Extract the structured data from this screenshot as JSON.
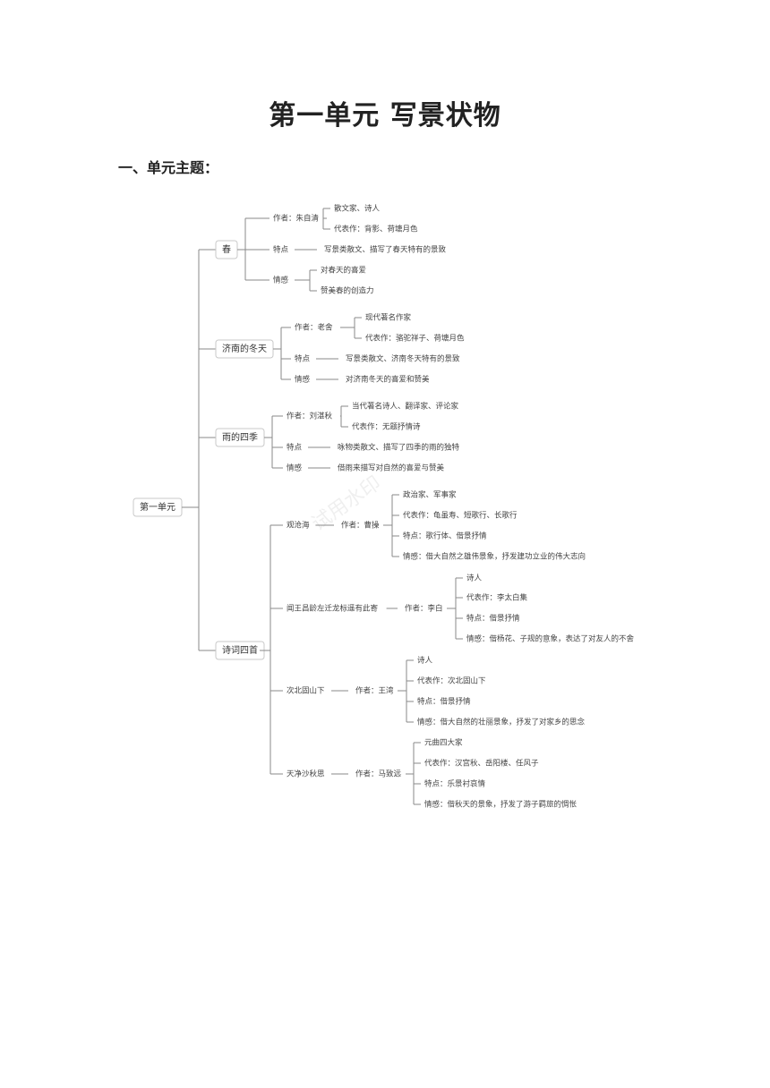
{
  "title": "第一单元  写景状物",
  "section_heading": "一、单元主题：",
  "watermark": "试用水印",
  "root": "第一单元",
  "branches": [
    {
      "label": "春",
      "children": [
        {
          "label": "作者：朱自清",
          "leaves": [
            "散文家、诗人",
            "代表作：背影、荷塘月色"
          ]
        },
        {
          "label": "特点",
          "leaves": [
            "写景类散文、描写了春天特有的景致"
          ]
        },
        {
          "label": "情感",
          "leaves": [
            "对春天的喜爱",
            "赞美春的创造力"
          ]
        }
      ]
    },
    {
      "label": "济南的冬天",
      "children": [
        {
          "label": "作者：老舍",
          "leaves": [
            "现代著名作家",
            "代表作：骆驼祥子、荷塘月色"
          ]
        },
        {
          "label": "特点",
          "leaves": [
            "写景类散文、济南冬天特有的景致"
          ]
        },
        {
          "label": "情感",
          "leaves": [
            "对济南冬天的喜爱和赞美"
          ]
        }
      ]
    },
    {
      "label": "雨的四季",
      "children": [
        {
          "label": "作者：刘湛秋",
          "leaves": [
            "当代著名诗人、翻译家、评论家",
            "代表作：无题抒情诗"
          ]
        },
        {
          "label": "特点",
          "leaves": [
            "咏物类散文、描写了四季的雨的独特"
          ]
        },
        {
          "label": "情感",
          "leaves": [
            "借雨来描写对自然的喜爱与赞美"
          ]
        }
      ]
    },
    {
      "label": "诗词四首",
      "children": [
        {
          "label": "观沧海",
          "author": "作者：曹操",
          "leaves": [
            "政治家、军事家",
            "代表作：龟虽寿、短歌行、长歌行",
            "特点：歌行体、借景抒情",
            "情感：借大自然之雄伟景象，抒发建功立业的伟大志向"
          ]
        },
        {
          "label": "闻王昌龄左迁龙标遥有此寄",
          "author": "作者：李白",
          "leaves": [
            "诗人",
            "代表作：李太白集",
            "特点：借景抒情",
            "情感：借杨花、子规的意象，表达了对友人的不舍"
          ]
        },
        {
          "label": "次北固山下",
          "author": "作者：王湾",
          "leaves": [
            "诗人",
            "代表作：次北固山下",
            "特点：借景抒情",
            "情感：借大自然的壮丽景象，抒发了对家乡的思念"
          ]
        },
        {
          "label": "天净沙秋思",
          "author": "作者：马致远",
          "leaves": [
            "元曲四大家",
            "代表作：汉宫秋、岳阳楼、任风子",
            "特点：乐景衬哀情",
            "情感：借秋天的景象，抒发了游子羁旅的惆怅"
          ]
        }
      ]
    }
  ]
}
